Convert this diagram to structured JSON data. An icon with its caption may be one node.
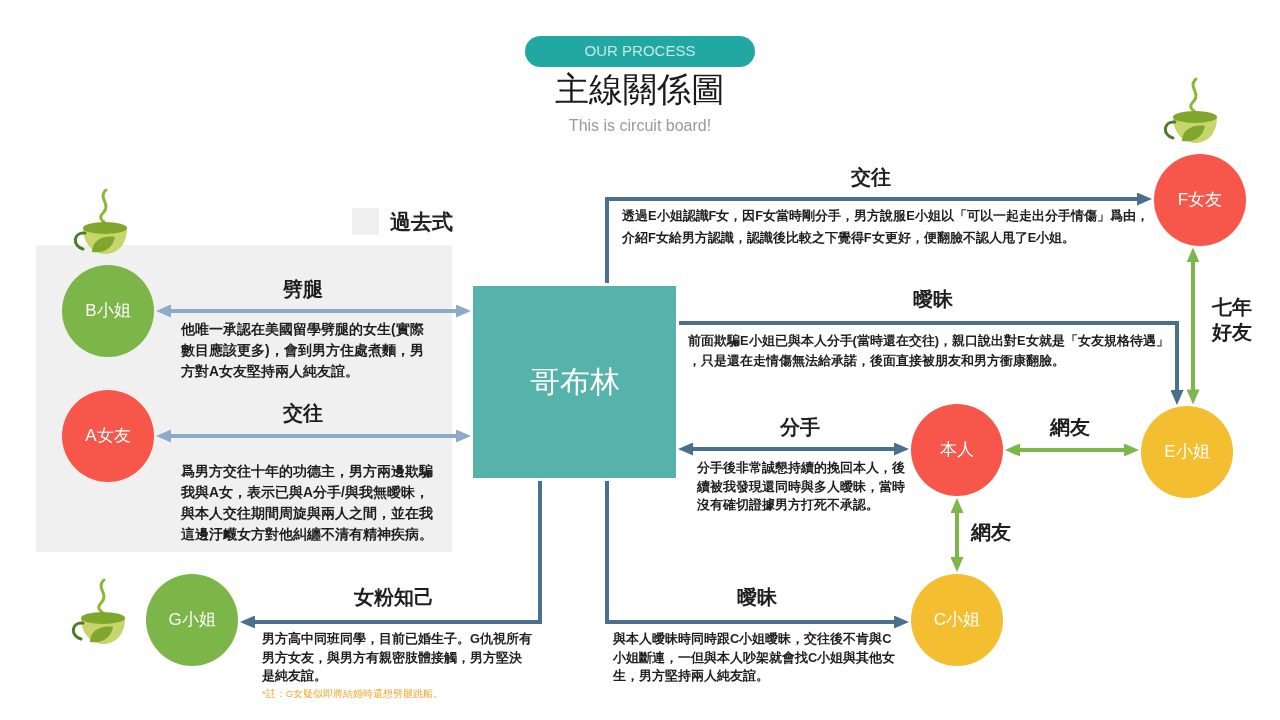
{
  "diagram": {
    "title": "主線關係圖",
    "nodes": [
      {
        "text": [
          "OUR PROCESS"
        ]
      },
      {
        "text": [
          "F女友"
        ]
      },
      {
        "text": [
          "B小姐"
        ]
      },
      {
        "text": [
          "哥布林"
        ]
      },
      {
        "text": [
          "A女友"
        ]
      },
      {
        "text": [
          "本人"
        ]
      },
      {
        "text": [
          "E小姐"
        ]
      },
      {
        "text": [
          "G小姐"
        ]
      },
      {
        "text": [
          "C小姐"
        ]
      }
    ],
    "edges": [
      {
        "from": 3,
        "to": 2,
        "arrow": "both",
        "label": "劈腿",
        "color": "#8eaacb"
      },
      {
        "from": 3,
        "to": 4,
        "arrow": "both",
        "label": "交往",
        "color": "#8eaacb"
      },
      {
        "from": 3,
        "to": 1,
        "arrow": "to",
        "label": "交往"
      },
      {
        "from": 3,
        "to": 6,
        "arrow": "to",
        "label": "曖昧"
      },
      {
        "from": 3,
        "to": 5,
        "arrow": "both",
        "label": "分手"
      },
      {
        "from": 5,
        "to": 6,
        "arrow": "both",
        "label": "網友",
        "color": "#7cb749"
      },
      {
        "from": 1,
        "to": 6,
        "arrow": "both",
        "label": "七年好友",
        "color": "#7cb749"
      },
      {
        "from": 5,
        "to": 8,
        "arrow": "both",
        "label": "網友",
        "color": "#7cb749"
      },
      {
        "from": 3,
        "to": 7,
        "arrow": "to",
        "label": "女粉知己"
      },
      {
        "from": 3,
        "to": 8,
        "arrow": "to",
        "label": "曖昧"
      }
    ],
    "labels": [
      "This is circuit board!",
      "透過E小姐認識F女，因F女當時剛分手，男方說服E小姐以「可以一起走出分手情傷」爲由，介紹F女給男方認識，認識後比較之下覺得F女更好，便翻臉不認人甩了E小姐。",
      "他唯一承認在美國留學劈腿的女生(實際數目應該更多)，會到男方住處煮麵，男方對A女友堅持兩人純友誼。",
      "前面欺騙E小姐已與本人分手(當時還在交往)，親口說出對E女就是「女友規格待遇」，只是還在走情傷無法給承諾，後面直接被朋友和男方衝康翻臉。",
      "爲男方交往十年的功德主，男方兩邊欺騙我與A女，表示已與A分手/與我無曖昧，與本人交往期間周旋與兩人之間，並在我這邊汙衊女方對他糾纏不清有精神疾病。",
      "分手後非常誠懇持續的挽回本人，後續被我發現還同時與多人曖昧，當時沒有確切證據男方打死不承認。",
      "男方高中同班同學，目前已婚生子。G仇視所有男方女友，與男方有親密肢體接觸，男方堅決是純友誼。",
      "*註：G女疑似即將結婚時還想劈腿跳船。",
      "與本人曖昧時同時跟C小姐曖昧，交往後不肯與C小姐斷連，一但與本人吵架就會找C小姐與其他女生，男方堅持兩人純友誼。"
    ],
    "legend": [
      {
        "text": "過去式",
        "color": "#f0f0f0"
      }
    ]
  }
}
